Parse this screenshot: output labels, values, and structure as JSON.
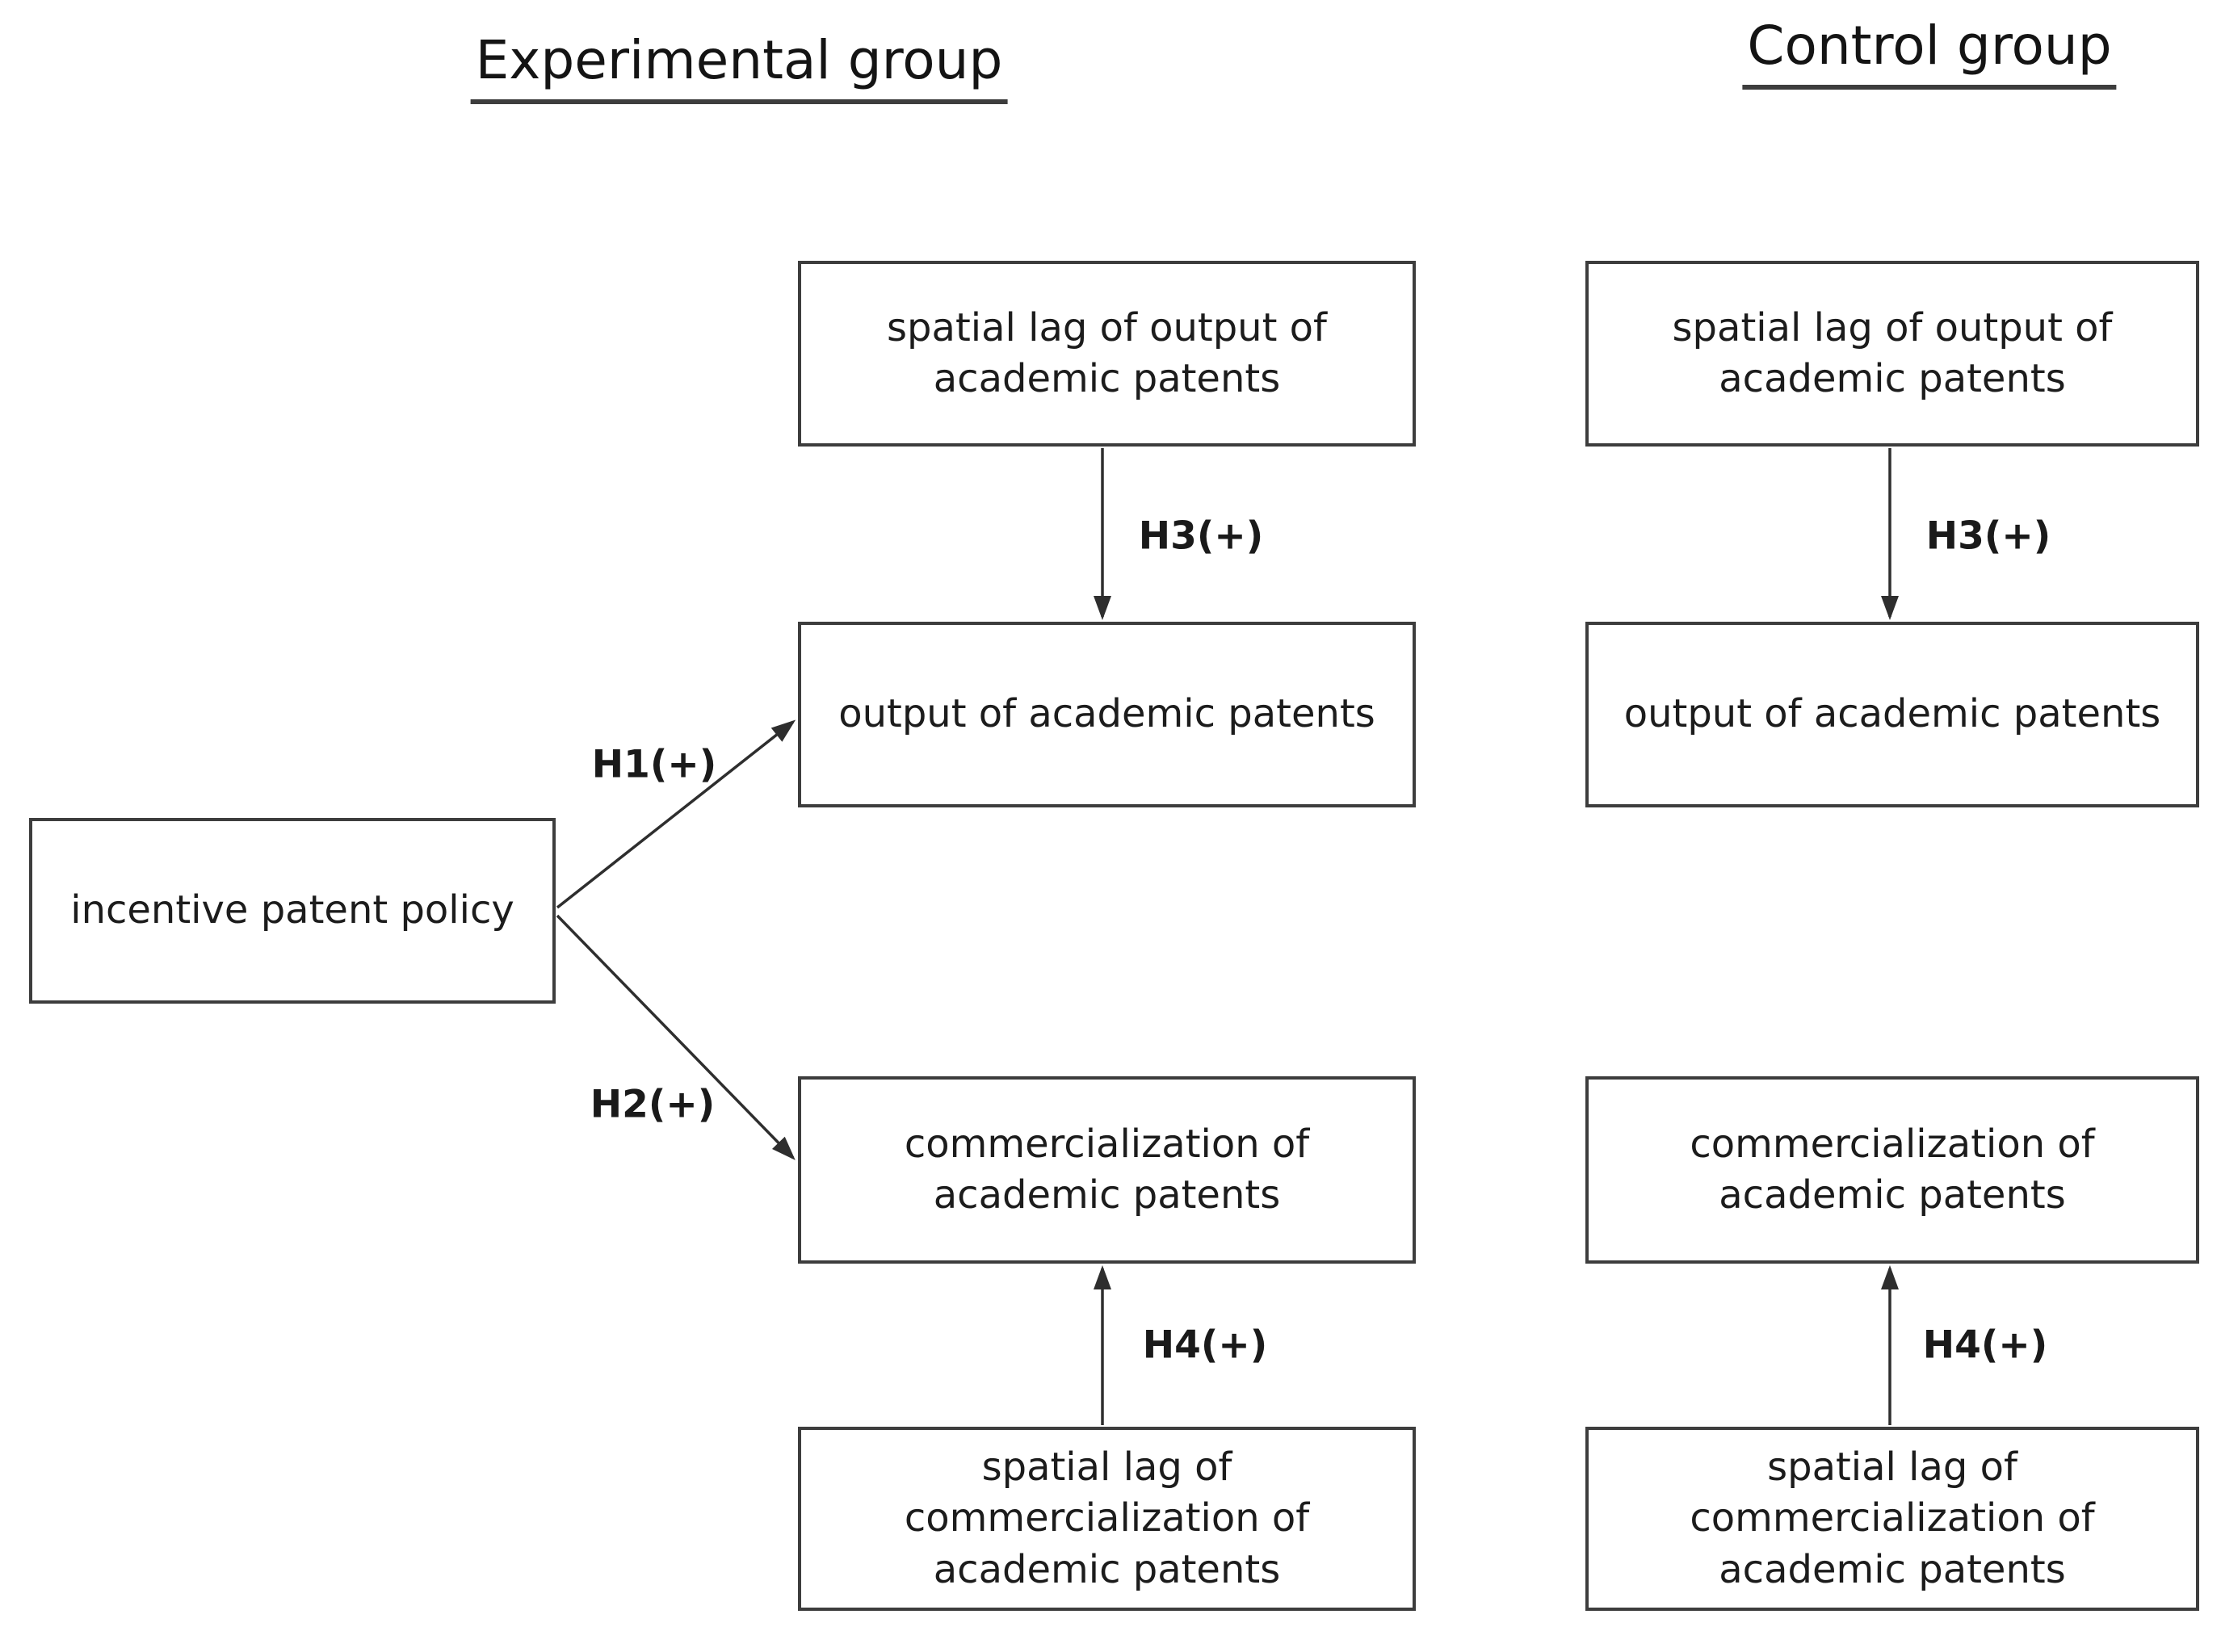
{
  "experimental": {
    "title": "Experimental group",
    "boxes": {
      "spatial_lag_output": "spatial lag of output of\nacademic patents",
      "output": "output of academic patents",
      "commercialization": "commercialization of\nacademic patents",
      "spatial_lag_commercialization": "spatial lag of\ncommercialization of\nacademic patents"
    },
    "edge_labels": {
      "h3": "H3(+)",
      "h4": "H4(+)"
    }
  },
  "control": {
    "title": "Control group",
    "boxes": {
      "spatial_lag_output": "spatial lag of output of\nacademic patents",
      "output": "output of academic patents",
      "commercialization": "commercialization of\nacademic patents",
      "spatial_lag_commercialization": "spatial lag of\ncommercialization of\nacademic patents"
    },
    "edge_labels": {
      "h3": "H3(+)",
      "h4": "H4(+)"
    }
  },
  "policy": {
    "label": "incentive patent policy",
    "edge_labels": {
      "h1": "H1(+)",
      "h2": "H2(+)"
    }
  },
  "colors": {
    "background": "#ffffff",
    "box_border": "#3d3d3d",
    "text": "#1c1c1c",
    "arrow": "#2e2e2e"
  }
}
